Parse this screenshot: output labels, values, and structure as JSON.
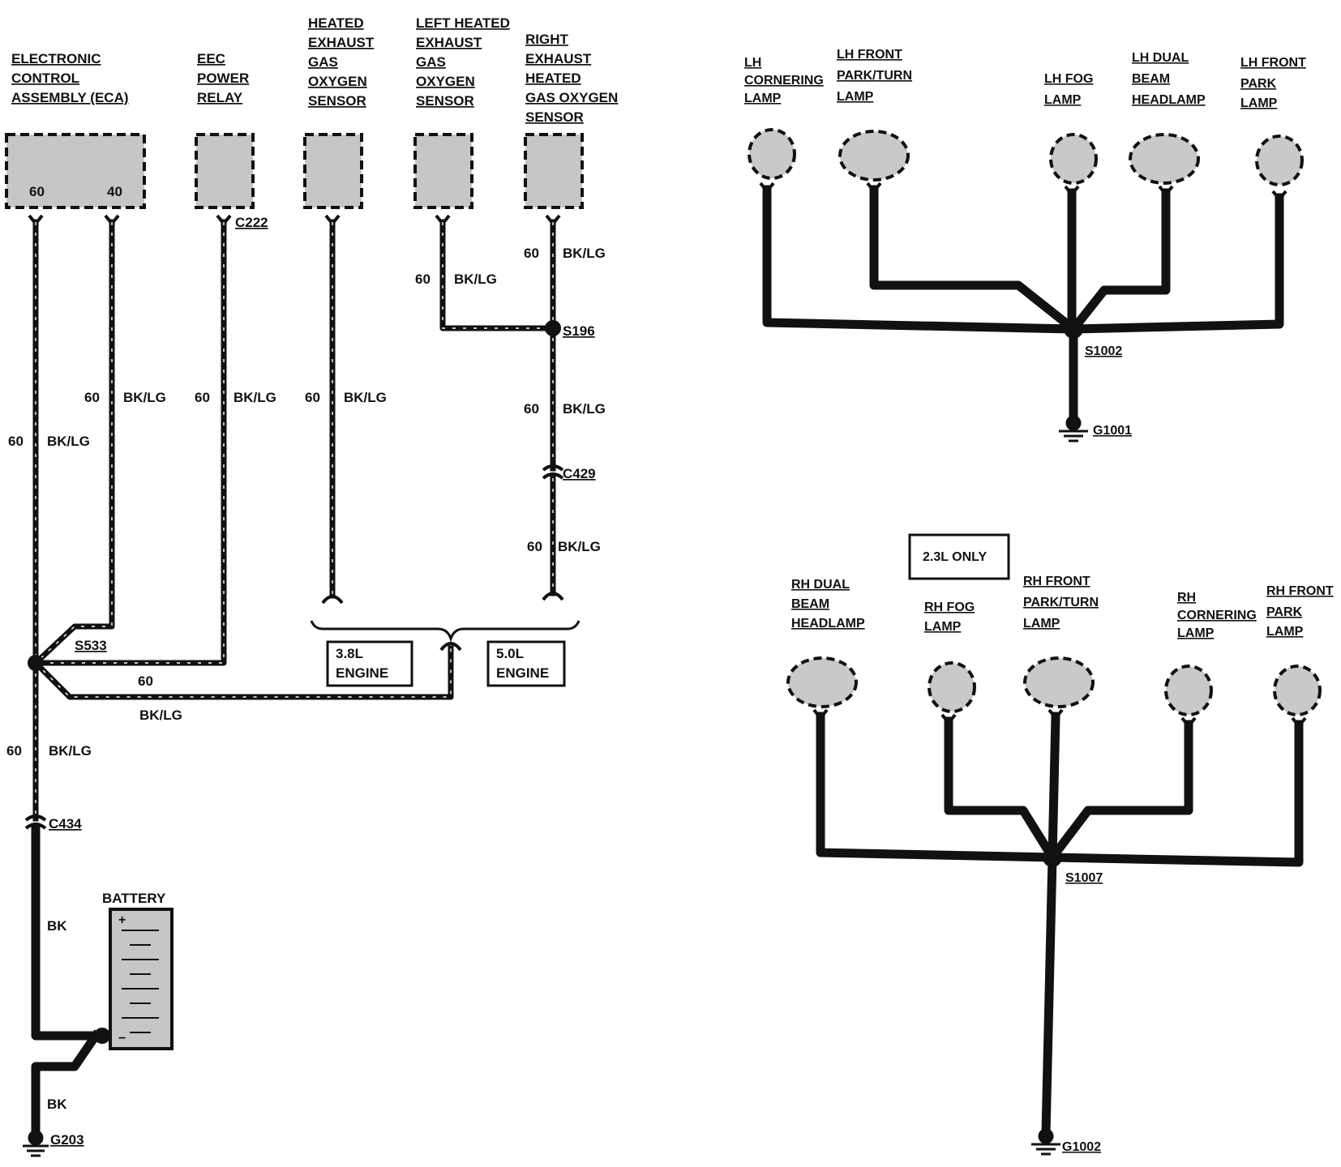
{
  "eec": {
    "eca": {
      "line1": "ELECTRONIC",
      "line2": "CONTROL",
      "line3": "ASSEMBLY (ECA)",
      "pin_a": "60",
      "pin_b": "40"
    },
    "power_relay": {
      "line1": "EEC",
      "line2": "POWER",
      "line3": "RELAY",
      "connector": "C222"
    },
    "heated_sensor": {
      "line1": "HEATED",
      "line2": "EXHAUST",
      "line3": "GAS",
      "line4": "OXYGEN",
      "line5": "SENSOR"
    },
    "left_sensor": {
      "line1": "LEFT HEATED",
      "line2": "EXHAUST",
      "line3": "GAS",
      "line4": "OXYGEN",
      "line5": "SENSOR"
    },
    "right_sensor": {
      "line1": "RIGHT",
      "line2": "EXHAUST",
      "line3": "HEATED",
      "line4": "GAS OXYGEN",
      "line5": "SENSOR"
    },
    "wire_gauge": "60",
    "wire_color": "BK/LG",
    "battery_wire_color": "BK",
    "splice_s196": "S196",
    "splice_s533": "S533",
    "connector_c429": "C429",
    "connector_c434": "C434",
    "engine_38": {
      "line1": "3.8L",
      "line2": "ENGINE"
    },
    "engine_50": {
      "line1": "5.0L",
      "line2": "ENGINE"
    },
    "battery": {
      "label": "BATTERY",
      "plus": "+",
      "minus": "−"
    },
    "ground_g203": "G203"
  },
  "lh_lamps": {
    "cornering": {
      "line1": "LH",
      "line2": "CORNERING",
      "line3": "LAMP"
    },
    "front_park_turn": {
      "line1": "LH FRONT",
      "line2": "PARK/TURN",
      "line3": "LAMP"
    },
    "fog": {
      "line1": "LH FOG",
      "line2": "LAMP"
    },
    "dual_beam": {
      "line1": "LH DUAL",
      "line2": "BEAM",
      "line3": "HEADLAMP"
    },
    "front_park": {
      "line1": "LH FRONT",
      "line2": "PARK",
      "line3": "LAMP"
    },
    "splice": "S1002",
    "ground": "G1001"
  },
  "rh_lamps": {
    "note": "2.3L ONLY",
    "dual_beam": {
      "line1": "RH DUAL",
      "line2": "BEAM",
      "line3": "HEADLAMP"
    },
    "fog": {
      "line1": "RH FOG",
      "line2": "LAMP"
    },
    "front_park_turn": {
      "line1": "RH FRONT",
      "line2": "PARK/TURN",
      "line3": "LAMP"
    },
    "cornering": {
      "line1": "RH",
      "line2": "CORNERING",
      "line3": "LAMP"
    },
    "front_park": {
      "line1": "RH FRONT",
      "line2": "PARK",
      "line3": "LAMP"
    },
    "splice": "S1007",
    "ground": "G1002"
  }
}
